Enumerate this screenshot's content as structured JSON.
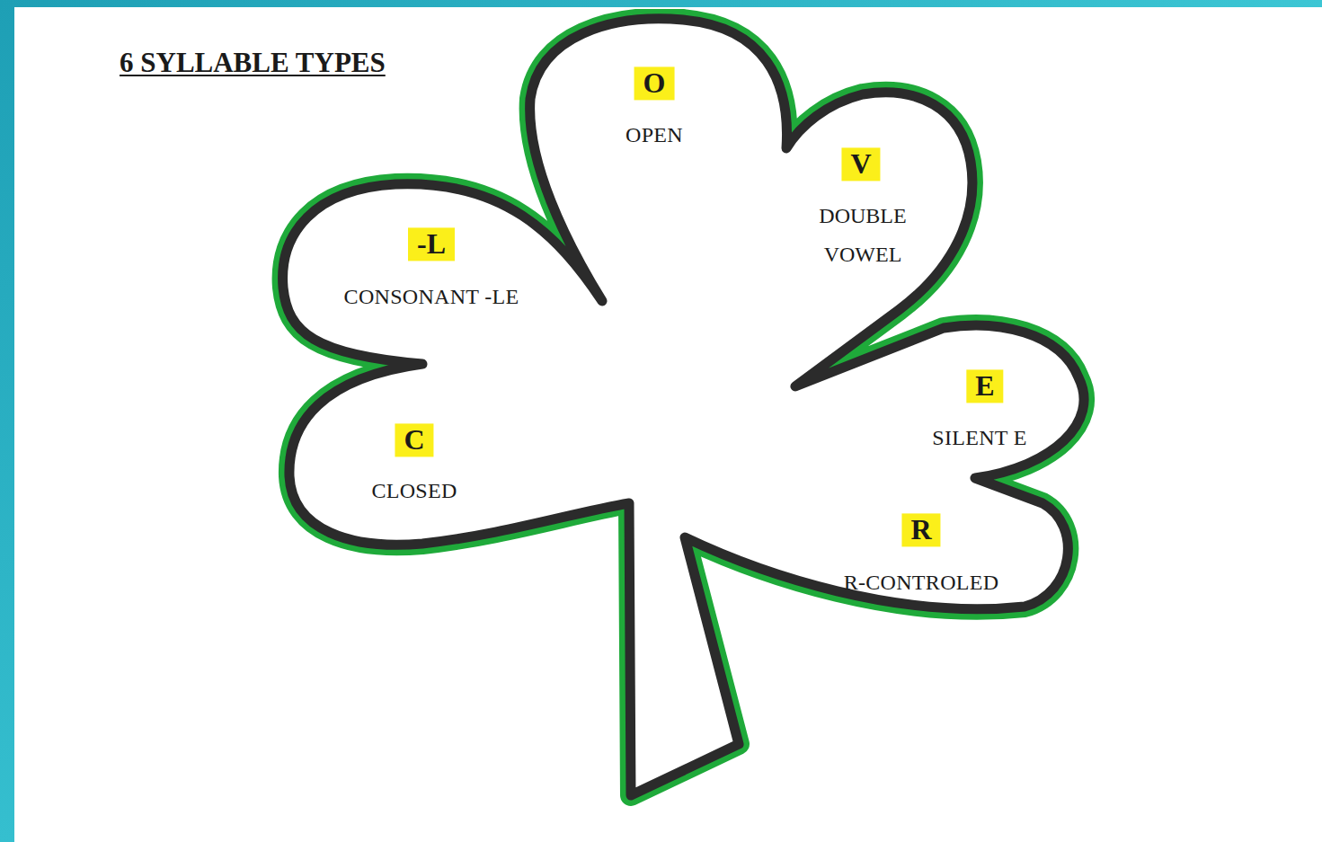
{
  "diagram": {
    "title": "6 SYLLABLE TYPES",
    "nodes": [
      {
        "text": [
          "O",
          "OPEN",
          "V",
          "DOUBLE VOWEL",
          "E",
          "SILENT E",
          "R",
          "R-CONTROLED",
          "C",
          "CLOSED",
          "-L",
          "CONSONANT -LE"
        ]
      }
    ]
  }
}
